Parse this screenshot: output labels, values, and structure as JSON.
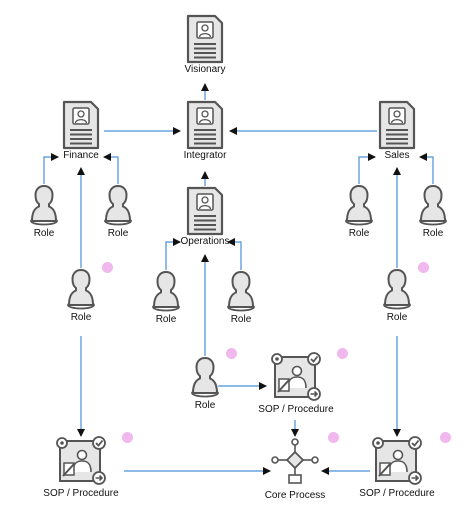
{
  "colors": {
    "edge": "#4a90d9",
    "icon_stroke": "#555555",
    "icon_fill": "#e6e6e6",
    "dot": "#f0b8ec"
  },
  "nodes": {
    "visionary": {
      "label": "Visionary",
      "icon": "document-person-icon"
    },
    "integrator": {
      "label": "Integrator",
      "icon": "document-person-icon"
    },
    "finance": {
      "label": "Finance",
      "icon": "document-person-icon"
    },
    "sales": {
      "label": "Sales",
      "icon": "document-person-icon"
    },
    "operations": {
      "label": "Operations",
      "icon": "document-person-icon"
    },
    "role_fin_1": {
      "label": "Role",
      "icon": "person-icon"
    },
    "role_fin_2": {
      "label": "Role",
      "icon": "person-icon"
    },
    "role_fin_3": {
      "label": "Role",
      "icon": "person-icon"
    },
    "role_ops_1": {
      "label": "Role",
      "icon": "person-icon"
    },
    "role_ops_2": {
      "label": "Role",
      "icon": "person-icon"
    },
    "role_ops_3": {
      "label": "Role",
      "icon": "person-icon"
    },
    "role_sal_1": {
      "label": "Role",
      "icon": "person-icon"
    },
    "role_sal_2": {
      "label": "Role",
      "icon": "person-icon"
    },
    "role_sal_3": {
      "label": "Role",
      "icon": "person-icon"
    },
    "sop_left": {
      "label": "SOP / Procedure",
      "icon": "procedure-icon"
    },
    "sop_mid": {
      "label": "SOP / Procedure",
      "icon": "procedure-icon"
    },
    "sop_right": {
      "label": "SOP / Procedure",
      "icon": "procedure-icon"
    },
    "core": {
      "label": "Core Process",
      "icon": "process-flow-icon"
    }
  }
}
